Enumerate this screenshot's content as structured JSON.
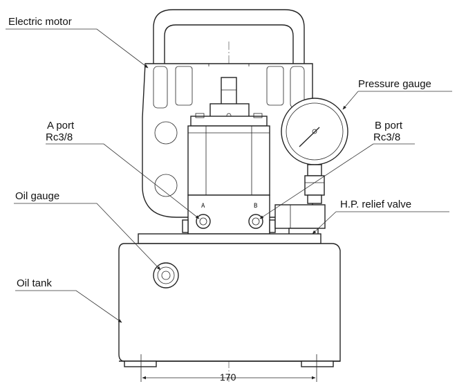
{
  "labels": {
    "electric_motor": "Electric motor",
    "pressure_gauge": "Pressure gauge",
    "a_port": "A port",
    "a_port_thread": "Rc3/8",
    "b_port": "B port",
    "b_port_thread": "Rc3/8",
    "oil_gauge": "Oil gauge",
    "hp_relief_valve": "H.P. relief valve",
    "oil_tank": "Oil tank"
  },
  "port_marks": {
    "a": "A",
    "b": "B"
  },
  "dimension": {
    "width": "170"
  }
}
